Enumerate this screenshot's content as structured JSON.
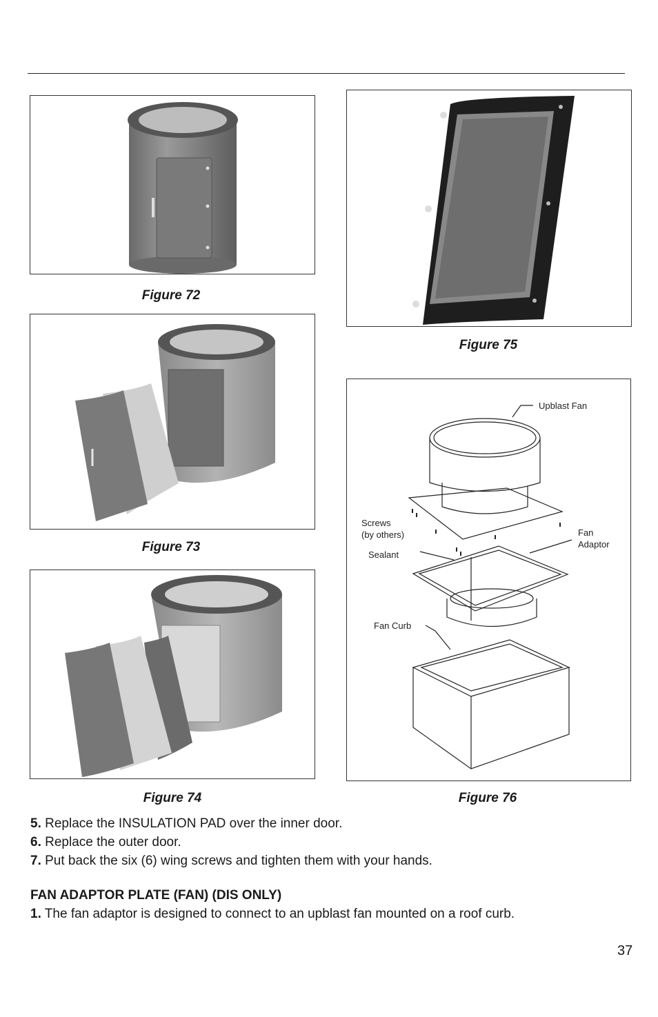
{
  "figures": {
    "fig72": {
      "caption": "Figure 72"
    },
    "fig73": {
      "caption": "Figure 73"
    },
    "fig74": {
      "caption": "Figure 74"
    },
    "fig75": {
      "caption": "Figure 75"
    },
    "fig76": {
      "caption": "Figure 76",
      "callouts": {
        "upblast_fan": "Upblast Fan",
        "screws_line1": "Screws",
        "screws_line2": "(by others)",
        "sealant": "Sealant",
        "fan_adaptor_line1": "Fan",
        "fan_adaptor_line2": "Adaptor",
        "fan_curb": "Fan Curb"
      }
    }
  },
  "steps": [
    {
      "number": "5.",
      "text": " Replace the INSULATION PAD over the inner door."
    },
    {
      "number": "6.",
      "text": " Replace the outer door."
    },
    {
      "number": "7.",
      "text": " Put back the six (6) wing screws and tighten them with your hands."
    }
  ],
  "section": {
    "heading": "FAN ADAPTOR PLATE (FAN) (DIS ONLY)",
    "items": [
      {
        "number": "1.",
        "text": " The fan adaptor is designed to connect to an upblast fan mounted on a roof curb."
      }
    ]
  },
  "page_number": "37"
}
